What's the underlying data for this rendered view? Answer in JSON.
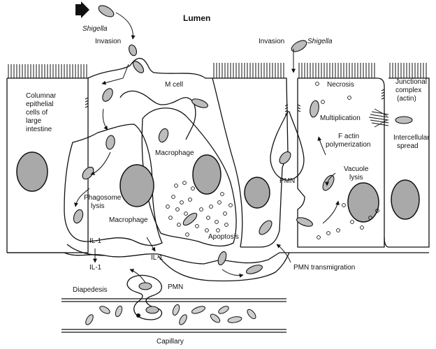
{
  "labels": {
    "lumen": "Lumen",
    "shigella_top": "Shigella",
    "invasion_left": "Invasion",
    "invasion_right": "Invasion",
    "shigella_right": "Shigella",
    "m_cell": "M cell",
    "columnar_1": "Columnar",
    "columnar_2": "epithelial",
    "columnar_3": "cells of",
    "columnar_4": "large",
    "columnar_5": "intestine",
    "necrosis": "Necrosis",
    "junctional_1": "Junctional",
    "junctional_2": "complex",
    "junctional_3": "(actin)",
    "multiplication": "Multiplication",
    "f_actin_1": "F actin",
    "f_actin_2": "polymerization",
    "intercellular_1": "Intercellular",
    "intercellular_2": "spread",
    "macrophage_upper": "Macrophage",
    "pmn_upper": "PMN",
    "vacuole_1": "Vacuole",
    "vacuole_2": "lysis",
    "phagosome_1": "Phagosome",
    "phagosome_2": "lysis",
    "macrophage_lower": "Macrophage",
    "apoptosis": "Apoptosis",
    "il1_a": "IL-1",
    "il1_b": "IL-1",
    "il1_c": "IL-1",
    "pmn_transmigration": "PMN transmigration",
    "diapedesis": "Diapedesis",
    "pmn_lower": "PMN",
    "capillary": "Capillary"
  },
  "colors": {
    "line": "#111111",
    "nucleus": "#a9a9a9",
    "bacterium": "#bdbdbd",
    "background": "#ffffff"
  },
  "icons": {
    "entry_arrow": "bold-arrow-right-icon"
  }
}
